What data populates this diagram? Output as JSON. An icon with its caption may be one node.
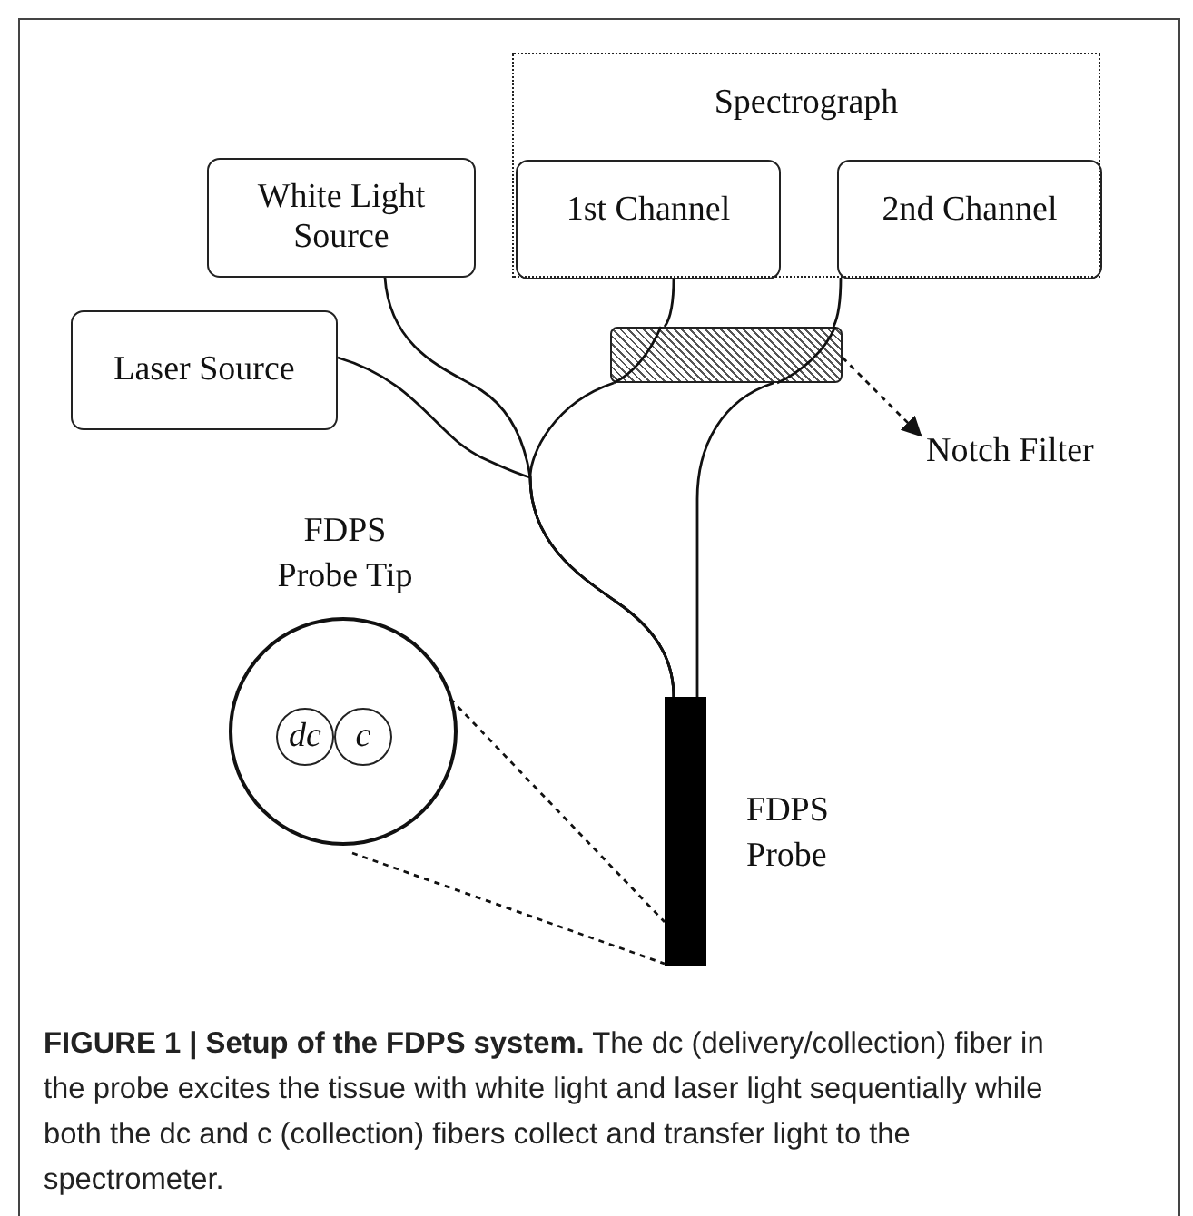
{
  "diagram": {
    "caption": "**FIGURE 1 | Setup of the FDPS system.** The dc (delivery/collection) fiber in the probe excites the tissue with white light and laser light sequentially while both the dc and c (collection) fibers collect and transfer light to the spectrometer.",
    "nodes": [
      {
        "text": [
          "Spectrograph"
        ]
      },
      {
        "text": [
          "1st Channel"
        ],
        "in": 0
      },
      {
        "text": [
          "2nd Channel"
        ],
        "in": 0
      },
      {
        "text": [
          "White Light Source"
        ]
      },
      {
        "text": [
          "Laser Source"
        ]
      },
      {
        "text": [],
        "shape": "box"
      },
      {
        "text": [
          "Notch Filter"
        ]
      },
      {
        "text": [],
        "shape": "bar",
        "beside": [
          "FDPS Probe"
        ]
      },
      {
        "text": [
          "FDPS Probe Tip"
        ]
      },
      {
        "text": [
          "dc"
        ],
        "in": 8
      },
      {
        "text": [
          "c"
        ],
        "in": 8
      }
    ],
    "edges": [
      {
        "from": 3,
        "to": 7,
        "arrow": "none"
      },
      {
        "from": 4,
        "to": 7,
        "arrow": "none"
      },
      {
        "from": 1,
        "to": 5,
        "arrow": "none"
      },
      {
        "from": 2,
        "to": 5,
        "arrow": "none"
      },
      {
        "from": 5,
        "to": 7,
        "arrow": "none"
      },
      {
        "from": 5,
        "to": 7,
        "arrow": "none"
      },
      {
        "from": 5,
        "to": 6,
        "arrow": "to",
        "style": "dashed"
      },
      {
        "from": 8,
        "to": 7,
        "arrow": "none",
        "style": "dashed"
      },
      {
        "from": 8,
        "to": 7,
        "arrow": "none",
        "style": "dashed"
      }
    ]
  }
}
